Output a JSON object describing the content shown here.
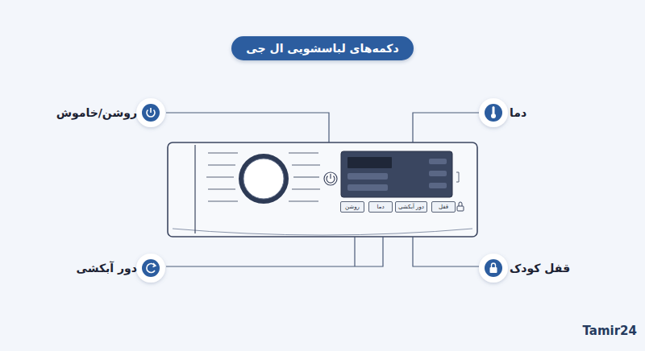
{
  "diagram": {
    "title": "دکمه‌های لباسشویی ال جی",
    "nodes": [
      {
        "text": [
          "روشن"
        ]
      },
      {
        "text": [
          "دما"
        ]
      },
      {
        "text": [
          "دور آبکشی"
        ]
      },
      {
        "text": [
          "قفل"
        ]
      }
    ],
    "labels": [
      "روشن/خاموش",
      "دما",
      "دور آبکشی",
      "قفل کودک",
      "Tamir24"
    ]
  }
}
